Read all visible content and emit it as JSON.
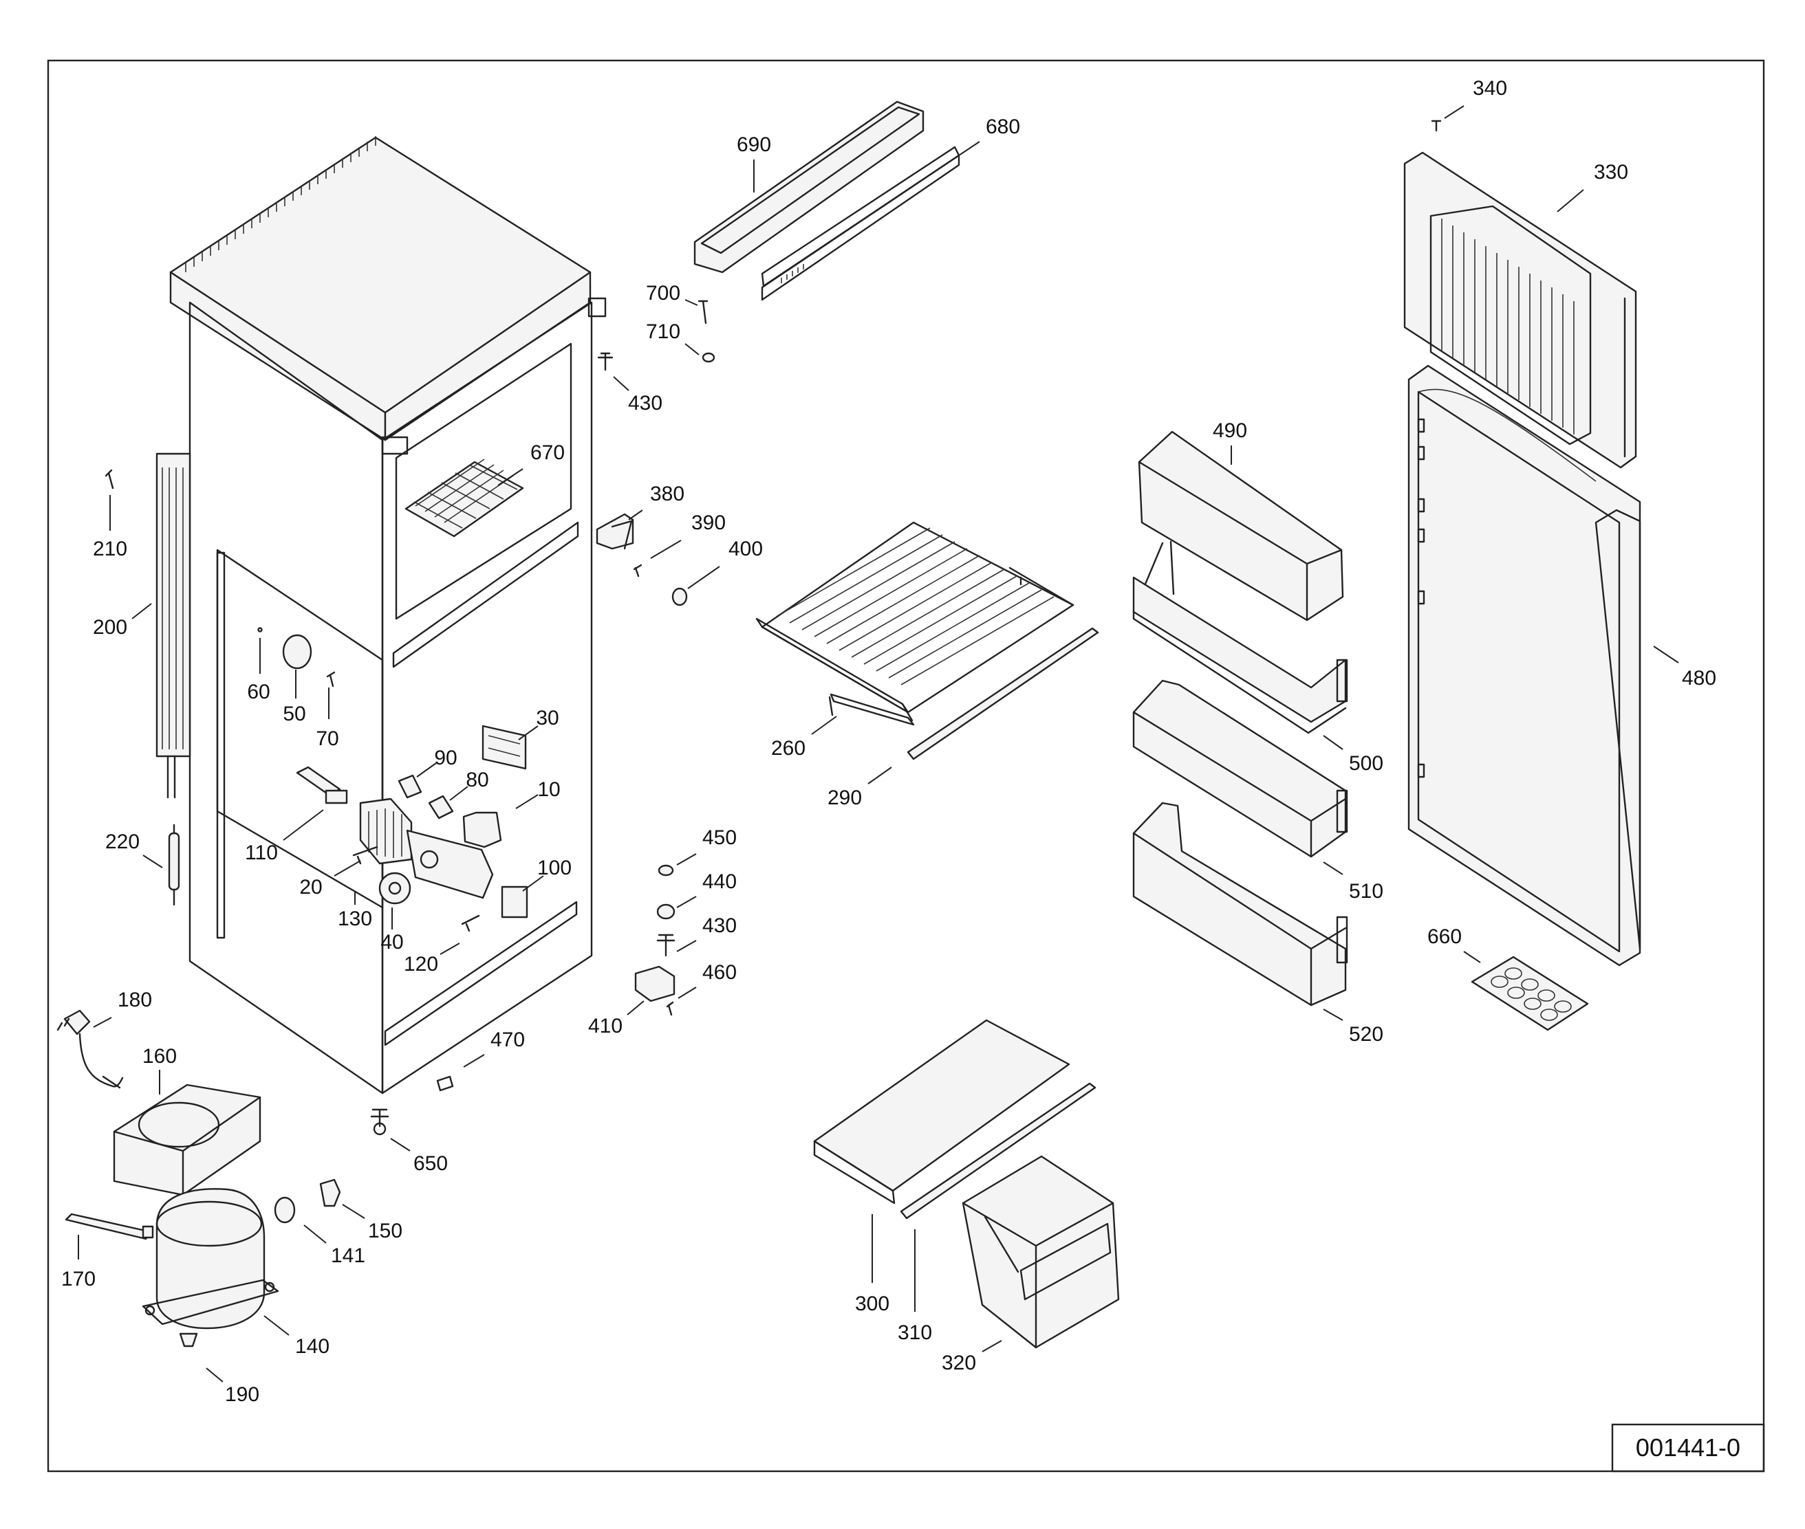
{
  "diagram_ref": "001441-0",
  "colors": {
    "line": "#222222",
    "fill": "#f4f4f4",
    "background": "#ffffff"
  },
  "callouts": [
    {
      "id": "10",
      "label": "10"
    },
    {
      "id": "20",
      "label": "20"
    },
    {
      "id": "30",
      "label": "30"
    },
    {
      "id": "40",
      "label": "40"
    },
    {
      "id": "50",
      "label": "50"
    },
    {
      "id": "60",
      "label": "60"
    },
    {
      "id": "70",
      "label": "70"
    },
    {
      "id": "80",
      "label": "80"
    },
    {
      "id": "90",
      "label": "90"
    },
    {
      "id": "100",
      "label": "100"
    },
    {
      "id": "110",
      "label": "110"
    },
    {
      "id": "120",
      "label": "120"
    },
    {
      "id": "130",
      "label": "130"
    },
    {
      "id": "140",
      "label": "140"
    },
    {
      "id": "141",
      "label": "141"
    },
    {
      "id": "150",
      "label": "150"
    },
    {
      "id": "160",
      "label": "160"
    },
    {
      "id": "170",
      "label": "170"
    },
    {
      "id": "180",
      "label": "180"
    },
    {
      "id": "190",
      "label": "190"
    },
    {
      "id": "200",
      "label": "200"
    },
    {
      "id": "210",
      "label": "210"
    },
    {
      "id": "220",
      "label": "220"
    },
    {
      "id": "260",
      "label": "260"
    },
    {
      "id": "290",
      "label": "290"
    },
    {
      "id": "300",
      "label": "300"
    },
    {
      "id": "310",
      "label": "310"
    },
    {
      "id": "320",
      "label": "320"
    },
    {
      "id": "330",
      "label": "330"
    },
    {
      "id": "340",
      "label": "340"
    },
    {
      "id": "380",
      "label": "380"
    },
    {
      "id": "390",
      "label": "390"
    },
    {
      "id": "400",
      "label": "400"
    },
    {
      "id": "410",
      "label": "410"
    },
    {
      "id": "430a",
      "label": "430"
    },
    {
      "id": "430b",
      "label": "430"
    },
    {
      "id": "440",
      "label": "440"
    },
    {
      "id": "450",
      "label": "450"
    },
    {
      "id": "460",
      "label": "460"
    },
    {
      "id": "470",
      "label": "470"
    },
    {
      "id": "480",
      "label": "480"
    },
    {
      "id": "490",
      "label": "490"
    },
    {
      "id": "500",
      "label": "500"
    },
    {
      "id": "510",
      "label": "510"
    },
    {
      "id": "520",
      "label": "520"
    },
    {
      "id": "650",
      "label": "650"
    },
    {
      "id": "660",
      "label": "660"
    },
    {
      "id": "670",
      "label": "670"
    },
    {
      "id": "680",
      "label": "680"
    },
    {
      "id": "690",
      "label": "690"
    },
    {
      "id": "700",
      "label": "700"
    },
    {
      "id": "710",
      "label": "710"
    }
  ]
}
